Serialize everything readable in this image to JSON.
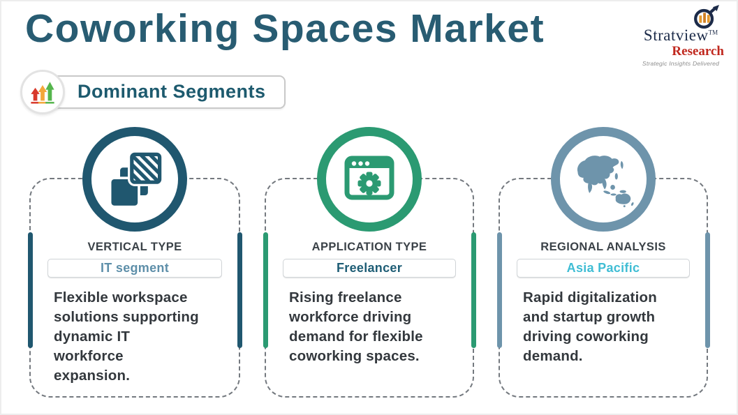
{
  "header": {
    "title": "Coworking Spaces Market",
    "badge": {
      "label": "Dominant Segments",
      "arrow_colors": [
        "#d8392b",
        "#f3a73b",
        "#55b54c"
      ]
    }
  },
  "logo": {
    "brand": "Stratview",
    "trademark": "TM",
    "brand2": "Research",
    "tagline": "Strategic Insights Delivered",
    "brand_color": "#1c2b49",
    "brand2_color": "#c0281e",
    "chart_bar_color": "#e3992f"
  },
  "cards": [
    {
      "category": "VERTICAL TYPE",
      "segment": "IT segment",
      "segment_color": "#5e8fa9",
      "accent": "#20576f",
      "icon": "layers-icon",
      "description": "Flexible workspace\nsolutions supporting\ndynamic IT\nworkforce\nexpansion."
    },
    {
      "category": "APPLICATION TYPE",
      "segment": "Freelancer",
      "segment_color": "#1e5d75",
      "accent": "#2b9a72",
      "icon": "browser-gear-icon",
      "description": "Rising freelance\nworkforce driving\ndemand for flexible\ncoworking spaces."
    },
    {
      "category": "REGIONAL ANALYSIS",
      "segment": "Asia Pacific",
      "segment_color": "#3fbdd4",
      "accent": "#6e94ab",
      "icon": "asia-pacific-map-icon",
      "description": "Rapid digitalization\nand startup growth\ndriving coworking\ndemand."
    }
  ]
}
